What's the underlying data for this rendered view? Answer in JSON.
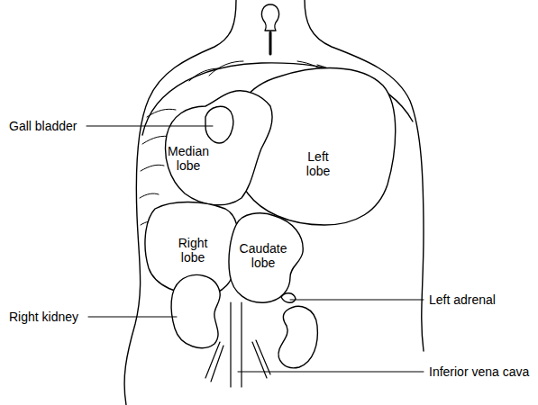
{
  "diagram": {
    "labels": [
      "Gall bladder",
      "Median lobe",
      "Left lobe",
      "Right lobe",
      "Caudate lobe",
      "Left adrenal",
      "Right kidney",
      "Inferior vena cava"
    ]
  }
}
